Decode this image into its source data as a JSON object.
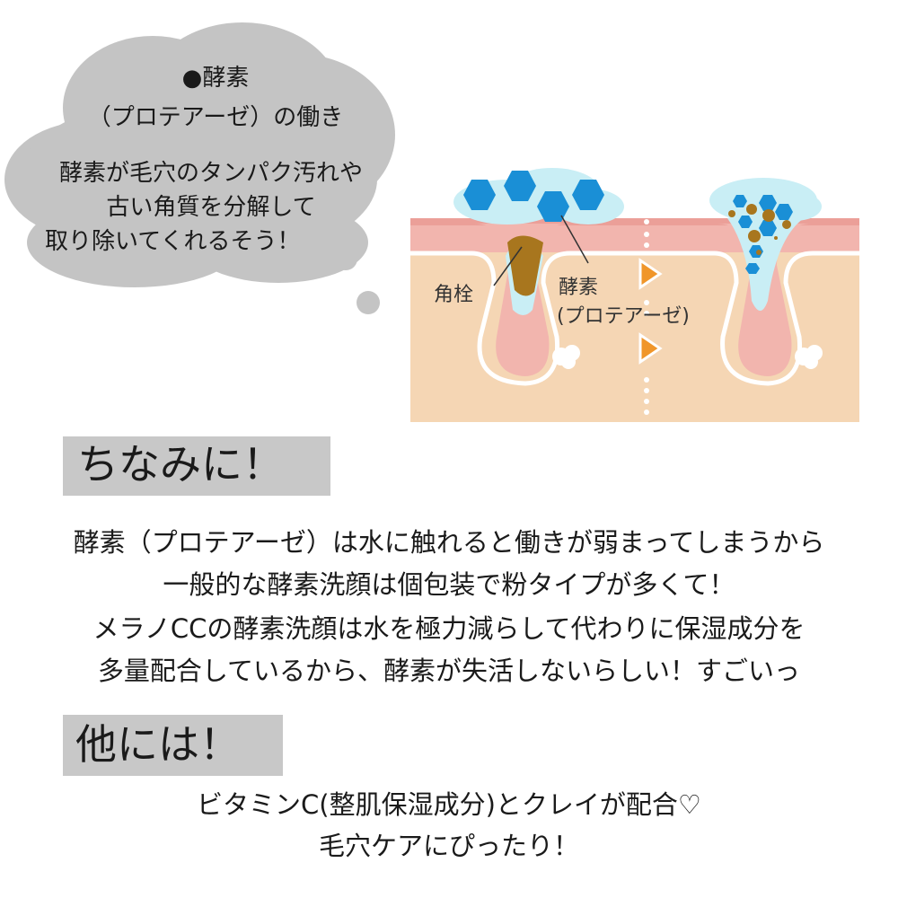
{
  "cloud": {
    "title_line1": "●酵素",
    "title_line2": "（プロテアーゼ）の働き",
    "body_lines": [
      "酵素が毛穴のタンパク汚れや",
      "古い角質を分解して",
      "取り除いてくれるそう！"
    ],
    "color": "#c4c4c4"
  },
  "diagram": {
    "label_plug": "角栓",
    "label_enzyme_line1": "酵素",
    "label_enzyme_line2": "(プロテアーゼ)",
    "colors": {
      "skin": "#f5d6b4",
      "epidermis": "#f2b5ae",
      "top_layer": "#eb9f98",
      "enzyme": "#1a8fd6",
      "plug": "#a8761e",
      "foam": "#c9eef5",
      "arrow": "#f0962a"
    }
  },
  "section1": {
    "heading": "ちなみに！",
    "lines": [
      "酵素（プロテアーゼ）は水に触れると働きが弱まってしまうから",
      "一般的な酵素洗顔は個包装で粉タイプが多くて！",
      "メラノCCの酵素洗顔は水を極力減らして代わりに保湿成分を",
      "多量配合しているから、酵素が失活しないらしい！すごいっ"
    ]
  },
  "section2": {
    "heading": "他には！",
    "lines": [
      "ビタミンC(整肌保湿成分)とクレイが配合♡",
      "毛穴ケアにぴったり！"
    ]
  },
  "heading_bg": "#c8c8c8"
}
